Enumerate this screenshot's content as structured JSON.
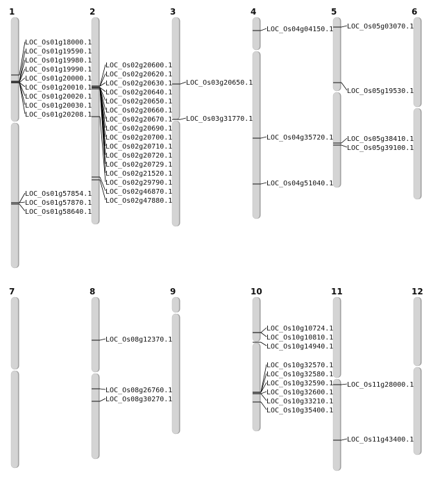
{
  "title": "Chromosome gene location map",
  "colors": {
    "chromosome": "#d4d4d4",
    "chromosome_edge": "#888888",
    "marker": "#333333"
  },
  "chromosomes": [
    {
      "name": "1",
      "genes": [
        {
          "groups": [
            "LOC_Os01g18000.1",
            "LOC_Os01g19590.1",
            "LOC_Os01g19980.1",
            "LOC_Os01g19990.1",
            "LOC_Os01g20000.1",
            "LOC_Os01g20010.1",
            "LOC_Os01g20020.1",
            "LOC_Os01g20030.1",
            "LOC_Os01g20208.1"
          ]
        },
        {
          "groups": [
            "LOC_Os01g57854.1",
            "LOC_Os01g57870.1",
            "LOC_Os01g58640.1"
          ]
        }
      ]
    },
    {
      "name": "2",
      "genes": [
        {
          "groups": [
            "LOC_Os02g20600.1",
            "LOC_Os02g20620.1",
            "LOC_Os02g20630.1",
            "LOC_Os02g20640.1",
            "LOC_Os02g20650.1",
            "LOC_Os02g20660.1",
            "LOC_Os02g20670.1",
            "LOC_Os02g20690.1",
            "LOC_Os02g20700.1",
            "LOC_Os02g20710.1",
            "LOC_Os02g20720.1",
            "LOC_Os02g20729.1",
            "LOC_Os02g21520.1",
            "LOC_Os02g29790.1",
            "LOC_Os02g46870.1",
            "LOC_Os02g47880.1"
          ]
        }
      ]
    },
    {
      "name": "3",
      "genes": [
        {
          "groups": [
            "LOC_Os03g20650.1"
          ]
        },
        {
          "groups": [
            "LOC_Os03g31770.1"
          ]
        }
      ]
    },
    {
      "name": "4",
      "genes": [
        {
          "groups": [
            "LOC_Os04g04150.1"
          ]
        },
        {
          "groups": [
            "LOC_Os04g35720.1"
          ]
        },
        {
          "groups": [
            "LOC_Os04g51040.1"
          ]
        }
      ]
    },
    {
      "name": "5",
      "genes": [
        {
          "groups": [
            "LOC_Os05g03070.1"
          ]
        },
        {
          "groups": [
            "LOC_Os05g19530.1"
          ]
        },
        {
          "groups": [
            "LOC_Os05g38410.1",
            "LOC_Os05g39100.1"
          ]
        }
      ]
    },
    {
      "name": "6",
      "genes": []
    },
    {
      "name": "7",
      "genes": []
    },
    {
      "name": "8",
      "genes": [
        {
          "groups": [
            "LOC_Os08g12370.1"
          ]
        },
        {
          "groups": [
            "LOC_Os08g26760.1",
            "LOC_Os08g30270.1"
          ]
        }
      ]
    },
    {
      "name": "9",
      "genes": []
    },
    {
      "name": "10",
      "genes": [
        {
          "groups": [
            "LOC_Os10g10724.1",
            "LOC_Os10g10810.1",
            "LOC_Os10g14940.1"
          ]
        },
        {
          "groups": [
            "LOC_Os10g32570.1",
            "LOC_Os10g32580.1",
            "LOC_Os10g32590.1",
            "LOC_Os10g32600.1",
            "LOC_Os10g33210.1",
            "LOC_Os10g35400.1"
          ]
        }
      ]
    },
    {
      "name": "11",
      "genes": [
        {
          "groups": [
            "LOC_Os11g28000.1"
          ]
        },
        {
          "groups": [
            "LOC_Os11g43400.1"
          ]
        }
      ]
    },
    {
      "name": "12",
      "genes": []
    }
  ]
}
